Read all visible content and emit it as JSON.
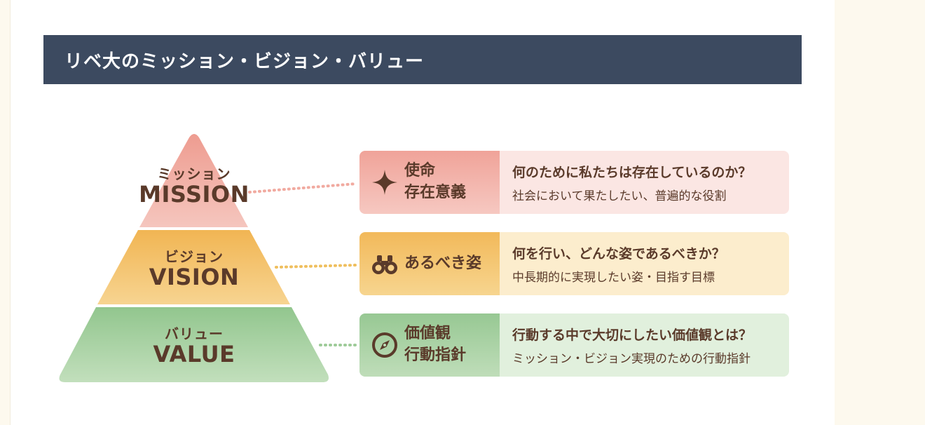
{
  "heading": "リベ大のミッション・ビジョン・バリュー",
  "colors": {
    "mission": "#f0a399",
    "vision": "#f2b95a",
    "value": "#97c893",
    "text": "#5a3a2a",
    "heading_bg": "#3c4a60"
  },
  "tiers": [
    {
      "jp": "ミッション",
      "en": "MISSION",
      "label": "使命\n存在意義",
      "icon": "sparkle-icon",
      "question": "何のために私たちは存在しているのか？",
      "answer": "社会において果たしたい、普遍的な役割"
    },
    {
      "jp": "ビジョン",
      "en": "VISION",
      "label": "あるべき姿",
      "icon": "binoculars-icon",
      "question": "何を行い、どんな姿であるべきか？",
      "answer": "中長期的に実現したい姿・目指す目標"
    },
    {
      "jp": "バリュー",
      "en": "VALUE",
      "label": "価値観\n行動指針",
      "icon": "compass-icon",
      "question": "行動する中で大切にしたい価値観とは？",
      "answer": "ミッション・ビジョン実現のための行動指針"
    }
  ]
}
